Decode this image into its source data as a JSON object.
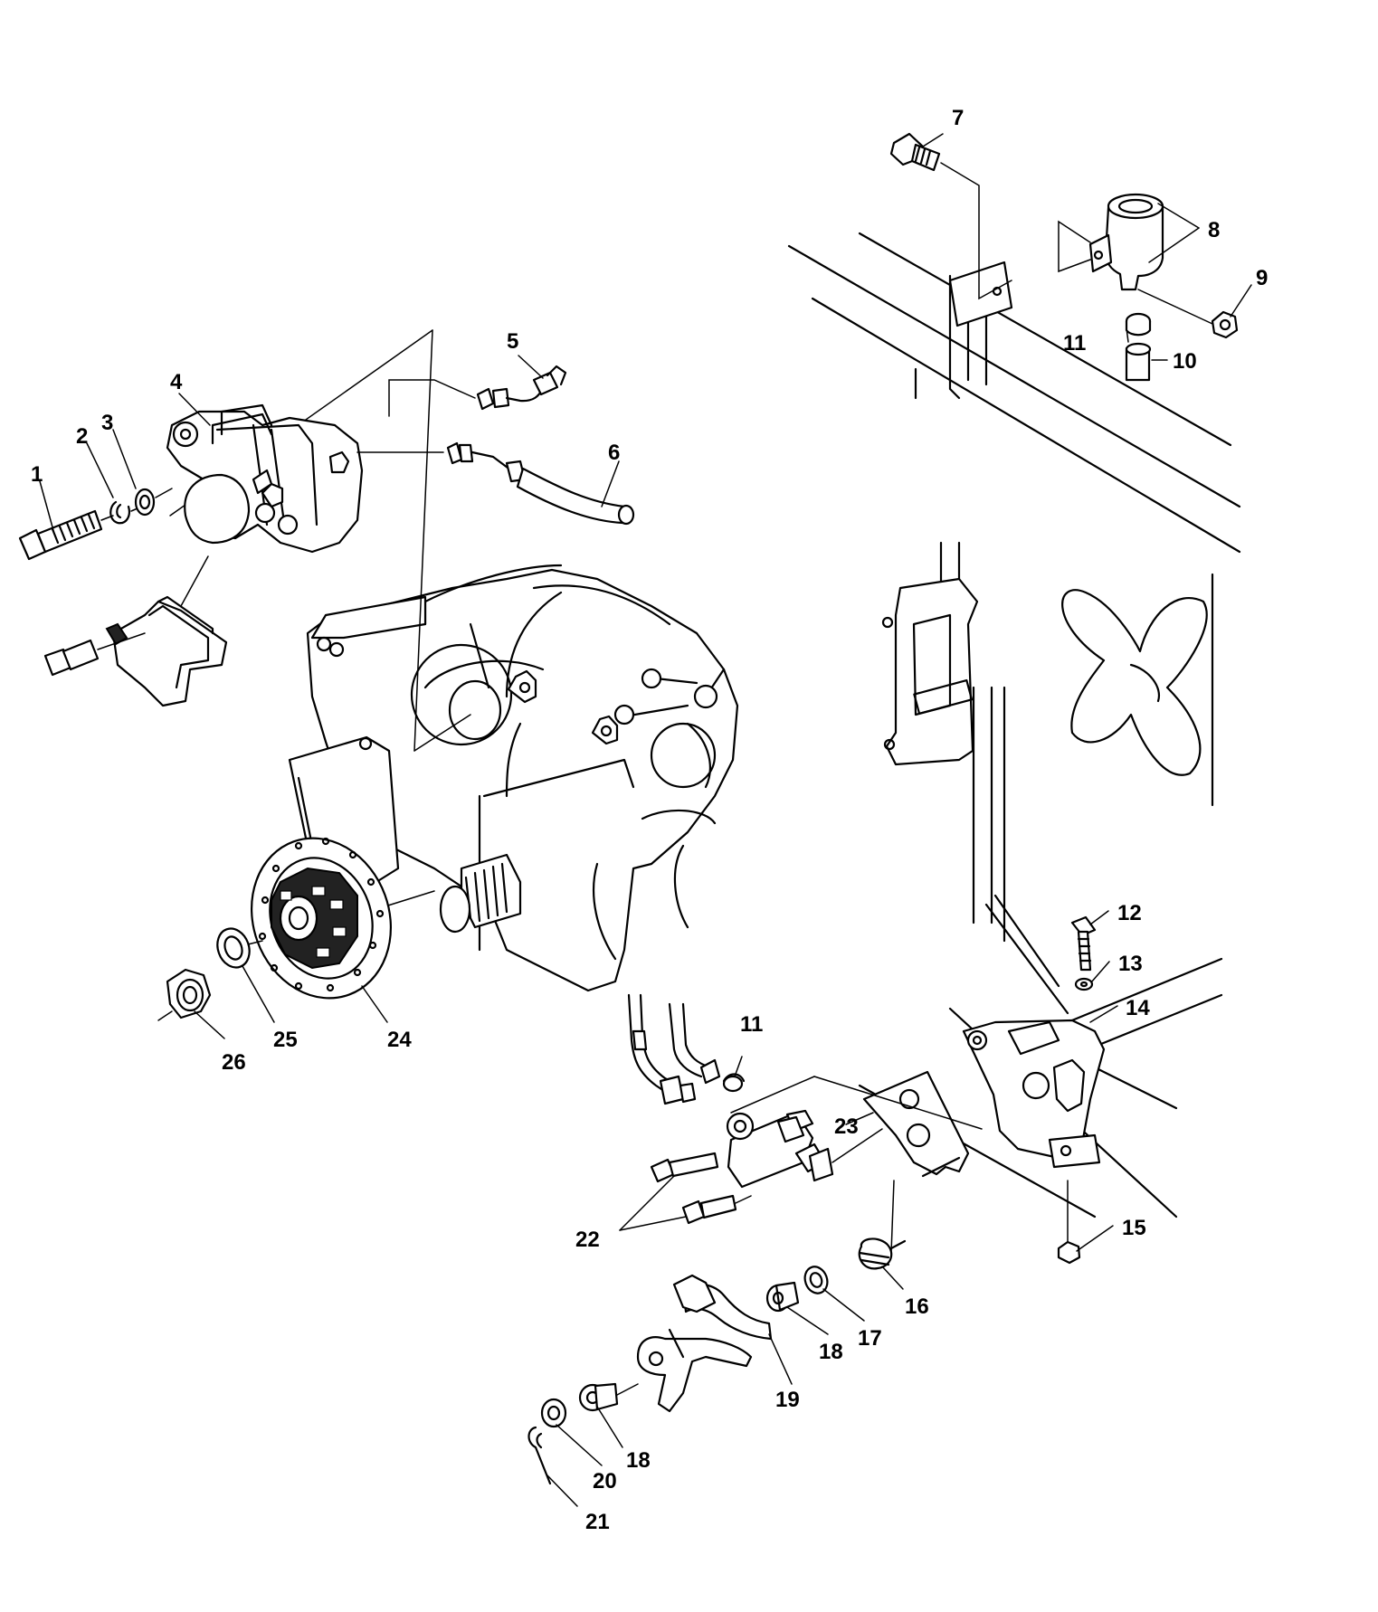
{
  "callouts": {
    "c1": "1",
    "c2": "2",
    "c3": "3",
    "c4": "4",
    "c5": "5",
    "c6": "6",
    "c7": "7",
    "c8": "8",
    "c9": "9",
    "c10": "10",
    "c11a": "11",
    "c11b": "11",
    "c12": "12",
    "c13": "13",
    "c14": "14",
    "c15": "15",
    "c16": "16",
    "c17": "17",
    "c18a": "18",
    "c18b": "18",
    "c19": "19",
    "c20": "20",
    "c21": "21",
    "c22": "22",
    "c23": "23",
    "c24": "24",
    "c25": "25",
    "c26": "26"
  }
}
